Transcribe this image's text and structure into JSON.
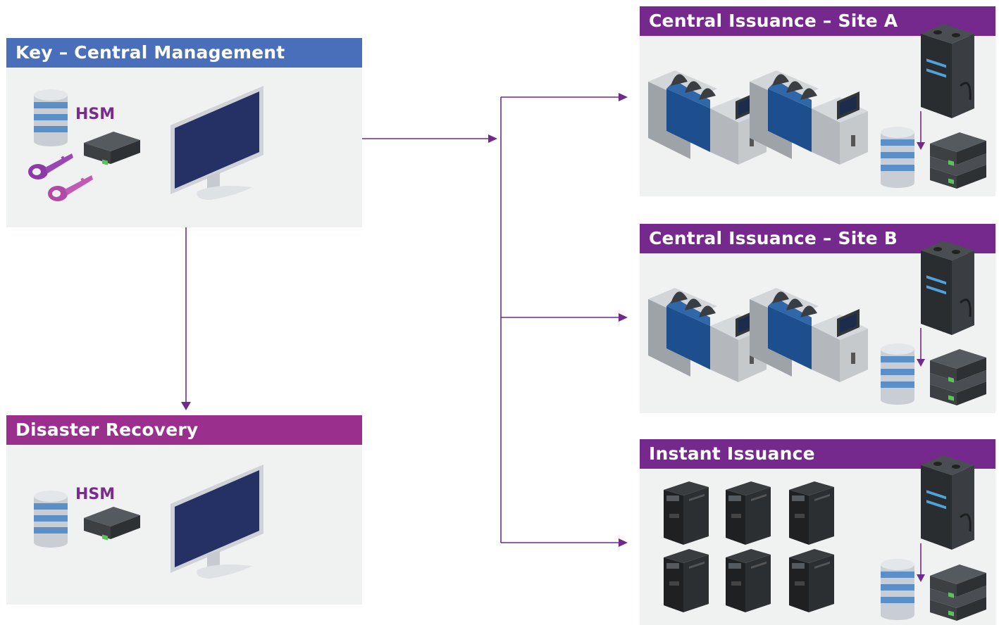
{
  "panels": {
    "key_central": {
      "title": "Key – Central Management",
      "hsm_label": "HSM"
    },
    "disaster_recovery": {
      "title": "Disaster Recovery",
      "hsm_label": "HSM"
    },
    "site_a": {
      "title": "Central Issuance – Site A"
    },
    "site_b": {
      "title": "Central Issuance – Site B"
    },
    "instant": {
      "title": "Instant Issuance"
    }
  },
  "colors": {
    "key_header": "#4a6fba",
    "dr_header": "#9b2f8e",
    "site_header": "#76298d",
    "connector": "#6f2a8a",
    "panel_bg": "#f0f1f1"
  },
  "icons": [
    "database-icon",
    "hsm-device-icon",
    "key-icon",
    "monitor-icon",
    "card-machine-icon",
    "server-tower-icon",
    "server-stack-icon",
    "card-printer-icon"
  ]
}
